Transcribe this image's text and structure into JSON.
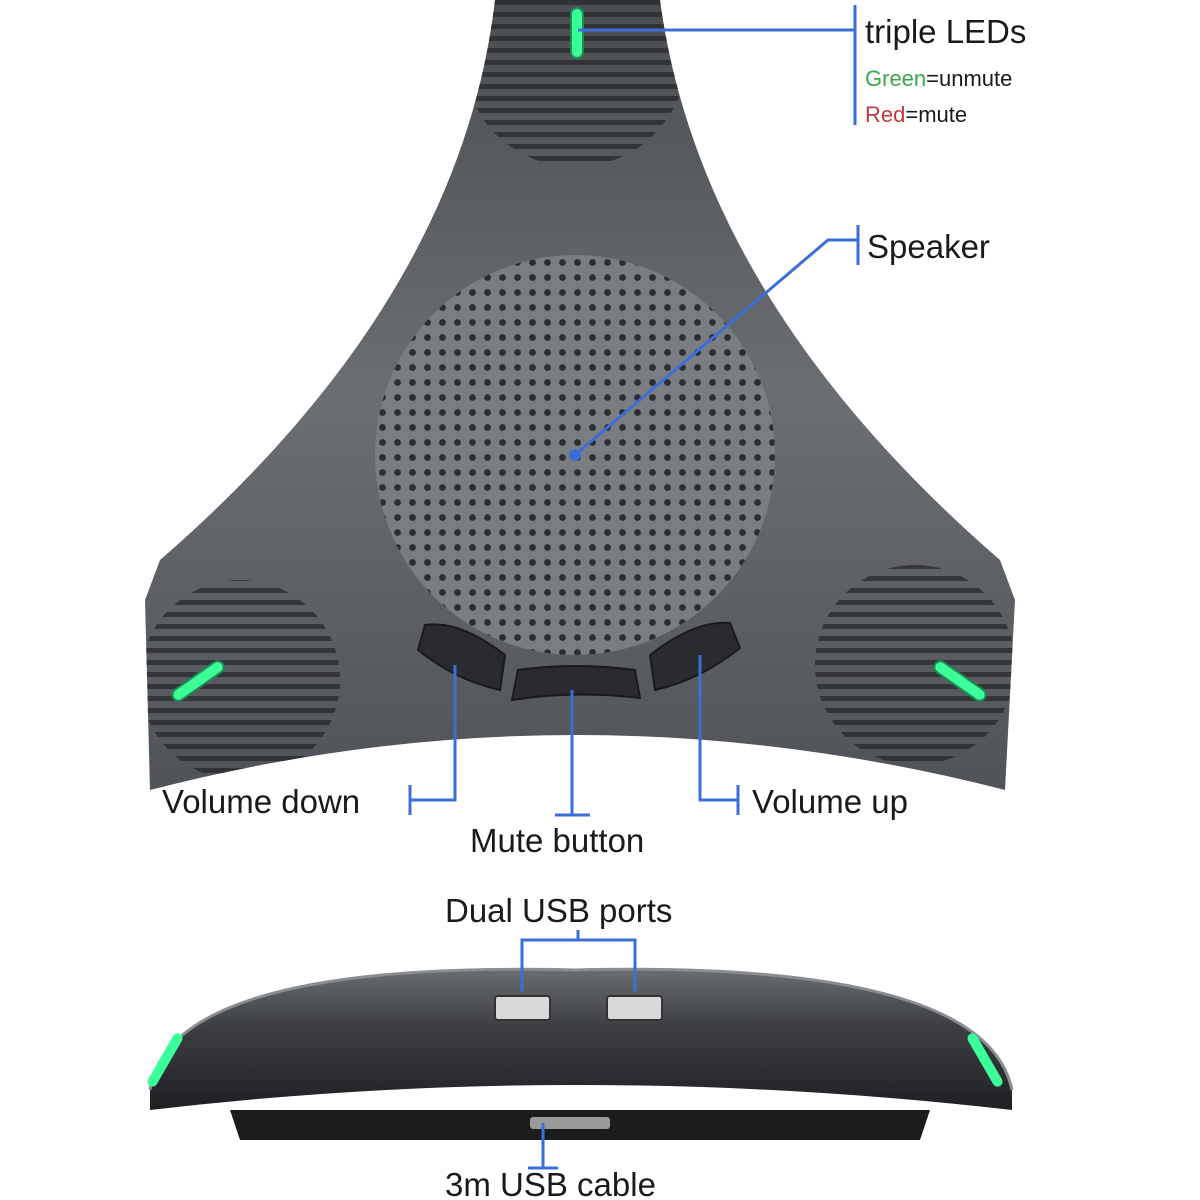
{
  "labels": {
    "leds_title": "triple LEDs",
    "leds_green_word": "Green",
    "leds_green_rest": "=unmute",
    "leds_red_word": "Red",
    "leds_red_rest": "=mute",
    "speaker": "Speaker",
    "volume_down": "Volume down",
    "mute_button": "Mute button",
    "volume_up": "Volume up",
    "usb_ports": "Dual USB ports",
    "usb_cable": "3m USB cable"
  },
  "colors": {
    "annotation": "#3b6fd6",
    "led": "#3dff9a",
    "green_text": "#3aa84a",
    "red_text": "#c0393b",
    "device": "#55585c"
  }
}
